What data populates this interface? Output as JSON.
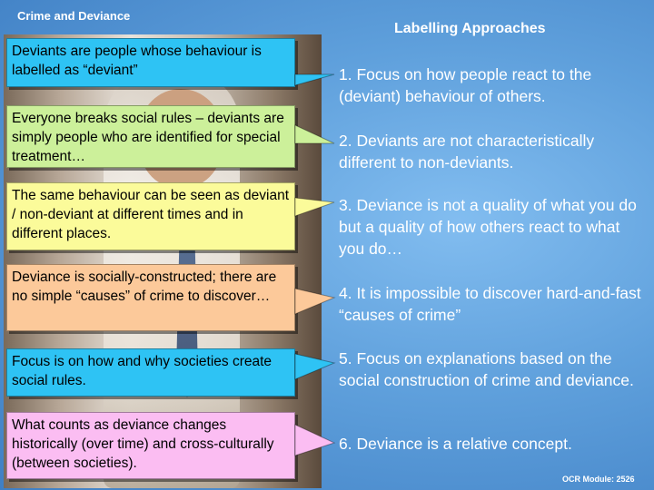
{
  "slide": {
    "header": "Crime and Deviance",
    "title": "Labelling Approaches",
    "footer": "OCR Module: 2526"
  },
  "boxes": [
    {
      "text": "Deviants are people whose behaviour is labelled as “deviant”",
      "color": "#2ec3f4"
    },
    {
      "text": "Everyone breaks social rules – deviants are simply people who are identified for special treatment…",
      "color": "#ccf09a"
    },
    {
      "text": "The same behaviour can be seen as deviant / non-deviant at different times and in different places.",
      "color": "#fbfb9a"
    },
    {
      "text": "Deviance is socially-constructed; there are no simple “causes” of crime to discover…",
      "color": "#fcc99a"
    },
    {
      "text": "Focus is on how and why societies create social rules.",
      "color": "#2ec3f4"
    },
    {
      "text": "What counts as deviance changes historically (over time) and cross-culturally (between societies).",
      "color": "#fbbdf2"
    }
  ],
  "points": [
    "1. Focus on how people react to the (deviant) behaviour of others.",
    "2. Deviants are not characteristically different to non-deviants.",
    "3. Deviance is not a quality of what you do but a quality of how others react to what you do…",
    "4. It is impossible to discover hard-and-fast “causes of crime”",
    "5. Focus on explanations based on the social construction of crime and deviance.",
    "6. Deviance is a relative concept."
  ]
}
